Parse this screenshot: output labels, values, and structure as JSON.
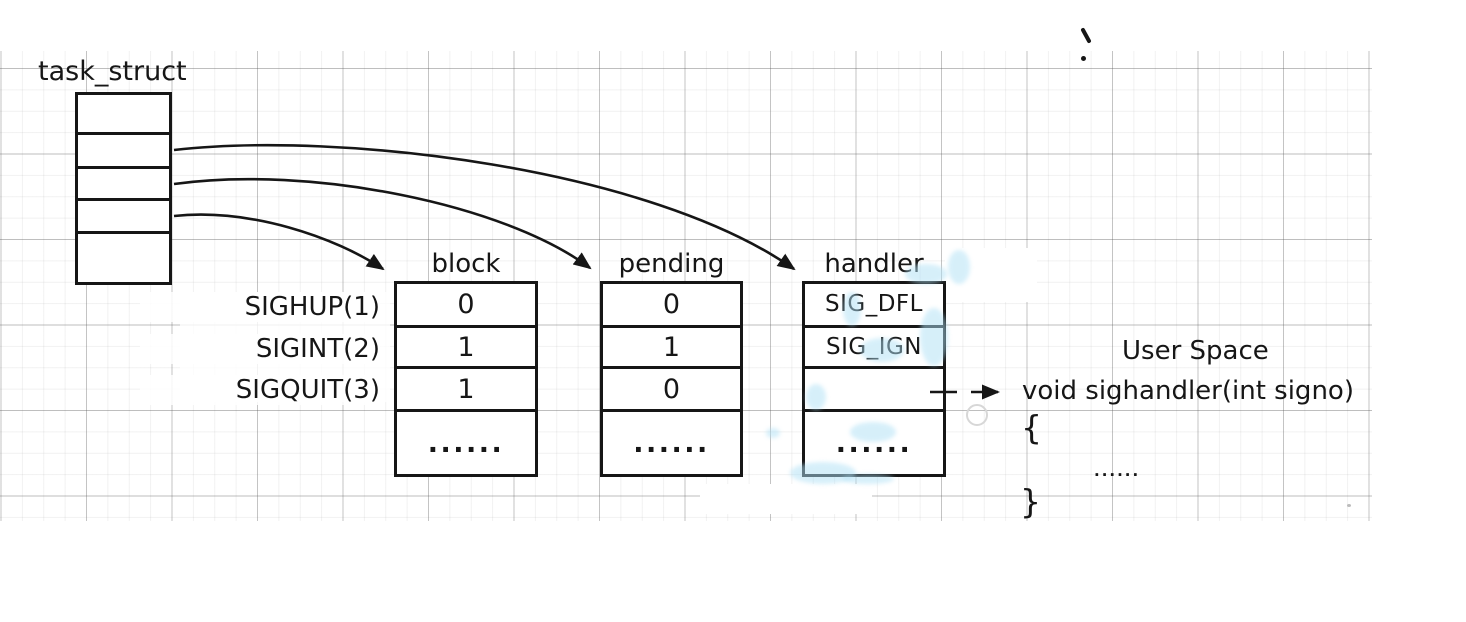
{
  "diagram": {
    "task_struct_label": "task_struct",
    "signal_labels": [
      "SIGHUP(1)",
      "SIGINT(2)",
      "SIGQUIT(3)"
    ],
    "columns": {
      "block": {
        "header": "block",
        "values": [
          "0",
          "1",
          "1",
          "......"
        ]
      },
      "pending": {
        "header": "pending",
        "values": [
          "0",
          "1",
          "0",
          "......"
        ]
      },
      "handler": {
        "header": "handler",
        "values": [
          "SIG_DFL",
          "SIG_IGN",
          "",
          "......"
        ]
      }
    },
    "user_space": {
      "title": "User Space",
      "function_signature": "void sighandler(int signo)",
      "open_brace": "{",
      "body_ellipsis": "......",
      "close_brace": "}"
    }
  },
  "colors": {
    "ink": "#161616",
    "grid_major": "#bdbdbd",
    "grid_minor": "#ebebeb",
    "smudge_cyan": "#aee0f5",
    "paper": "#ffffff"
  }
}
